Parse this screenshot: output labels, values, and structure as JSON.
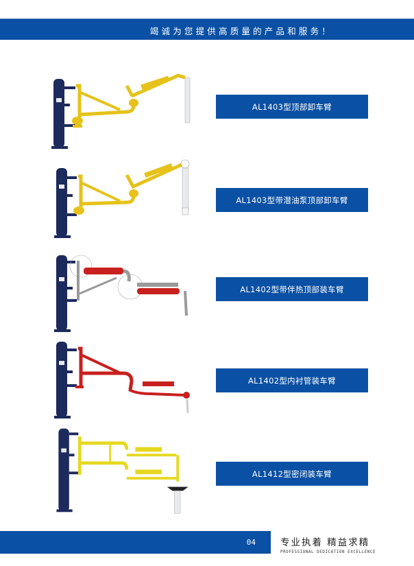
{
  "header": {
    "slogan": "竭诚为您提供高质量的产品和服务！",
    "band_color": "#0a50a4"
  },
  "products": [
    {
      "label": "AL1403型顶部卸车臂",
      "arm_color": "#f2d21c",
      "icon": "loading-arm-yellow-icon"
    },
    {
      "label": "AL1403型带潜油泵顶部卸车臂",
      "arm_color": "#f2d21c",
      "icon": "loading-arm-yellow-pump-icon"
    },
    {
      "label": "AL1402型带伴热顶部装车臂",
      "arm_color": "#c8201e",
      "icon": "loading-arm-heated-icon"
    },
    {
      "label": "AL1402型内衬管装车臂",
      "arm_color": "#d4221f",
      "icon": "loading-arm-lined-icon"
    },
    {
      "label": "AL1412型密闭装车臂",
      "arm_color": "#f2e030",
      "icon": "loading-arm-sealed-icon"
    }
  ],
  "footer": {
    "page_number": "04",
    "motto_cn": "专业执着  精益求精",
    "motto_en": "PROFESSIONAL DEDICATION EXCELLENCE"
  }
}
